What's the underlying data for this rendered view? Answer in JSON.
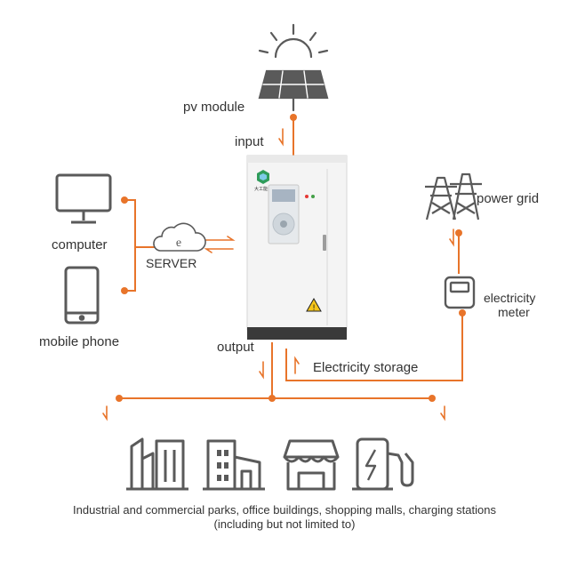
{
  "nodes": {
    "pv_module": "pv module",
    "power_grid": "power grid",
    "electricity_meter_line1": "electricity",
    "electricity_meter_line2": "meter",
    "computer": "computer",
    "mobile_phone": "mobile phone",
    "server": "SERVER",
    "server_cloud_letter": "e"
  },
  "flows": {
    "input": "input",
    "output": "output",
    "electricity_storage": "Electricity storage"
  },
  "cabinet_logo_text": "大工能源",
  "caption": {
    "line1": "Industrial and commercial parks, office buildings, shopping malls, charging stations",
    "line2": "(including but not limited to)"
  },
  "colors": {
    "accent": "#E8742A",
    "icon": "#5a5a5a",
    "cabinet": "#f4f4f4"
  }
}
